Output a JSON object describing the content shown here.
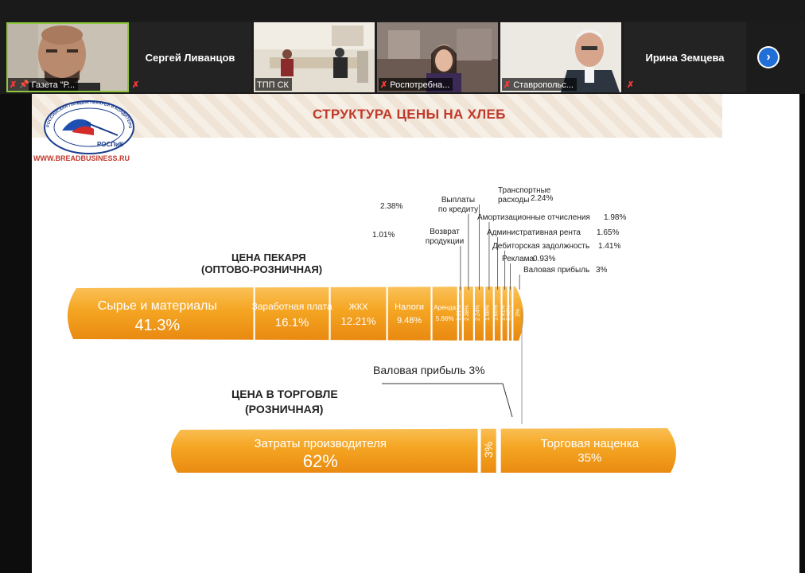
{
  "participants": [
    {
      "label": "Газета \"Р...",
      "mic_muted": true,
      "pinned": true,
      "active": true
    },
    {
      "name": "Сергей Ливанцов",
      "mic_muted": true
    },
    {
      "label": "ТПП СК",
      "mic_muted": false
    },
    {
      "label": "Роспотребна...",
      "mic_muted": true
    },
    {
      "label": "Ставропольс...",
      "mic_muted": true
    },
    {
      "name": "Ирина Земцева",
      "mic_muted": true
    }
  ],
  "slide": {
    "title": "СТРУКТУРА ЦЕНЫ НА ХЛЕБ",
    "logo_text": "РОСПиК",
    "logo_ring_text": "РОССИЙСКАЯ ГИЛЬДИЯ ПЕКАРЕЙ И КОНДИТЕРОВ",
    "url": "WWW.BREADBUSINESS.RU",
    "colors": {
      "bread": "#f5a623",
      "bread_dark": "#e88a10",
      "title": "#c0392b"
    }
  },
  "chart_data": {
    "type": "bar",
    "baker_price": {
      "title_line1": "ЦЕНА ПЕКАРЯ",
      "title_line2": "(ОПТОВО-РОЗНИЧНАЯ)",
      "segments": [
        {
          "name": "Сырье и материалы",
          "value": 41.3,
          "label": "41.3%"
        },
        {
          "name": "Заработная плата",
          "value": 16.1,
          "label": "16.1%"
        },
        {
          "name": "ЖКХ",
          "value": 12.21,
          "label": "12.21%"
        },
        {
          "name": "Налоги",
          "value": 9.48,
          "label": "9.48%"
        },
        {
          "name": "Аренда",
          "value": 5.66,
          "label": "5.66%"
        },
        {
          "name": "Возврат продукции",
          "value": 1.01,
          "label": "1.01%"
        },
        {
          "name": "Выплаты по кредиту",
          "value": 2.38,
          "label": "2.38%"
        },
        {
          "name": "Транспортные расходы",
          "value": 2.24,
          "label": "2.24%"
        },
        {
          "name": "Амортизационные отчисления",
          "value": 1.98,
          "label": "1.98%"
        },
        {
          "name": "Административная рента",
          "value": 1.65,
          "label": "1.65%"
        },
        {
          "name": "Дебиторская задолжность",
          "value": 1.41,
          "label": "1.41%"
        },
        {
          "name": "Реклама",
          "value": 0.93,
          "label": "0.93%"
        },
        {
          "name": "Валовая прибыль",
          "value": 3,
          "label": "3%"
        }
      ],
      "callouts": [
        {
          "lines": [
            "Выплаты",
            "по кредиту"
          ],
          "pct": "2.38%"
        },
        {
          "lines": [
            "Возврат",
            "продукции"
          ],
          "pct": "1.01%"
        },
        {
          "lines": [
            "Транспортные",
            "расходы"
          ],
          "pct": "2.24%"
        },
        {
          "lines": [
            "Амортизационные отчисления"
          ],
          "pct": "1.98%"
        },
        {
          "lines": [
            "Административная рента"
          ],
          "pct": "1.65%"
        },
        {
          "lines": [
            "Дебиторская задолжность"
          ],
          "pct": "1.41%"
        },
        {
          "lines": [
            "Реклама"
          ],
          "pct": "0.93%"
        },
        {
          "lines": [
            "Валовая прибыль"
          ],
          "pct": "3%"
        }
      ],
      "slice_labels": [
        "1.01%",
        "2.38%",
        "2.24%",
        "1.98%",
        "1.65%",
        "1.41%",
        "0.93%",
        "3%"
      ]
    },
    "retail_price": {
      "title_line1": "ЦЕНА В ТОРГОВЛЕ",
      "title_line2": "(РОЗНИЧНАЯ)",
      "segments": [
        {
          "name": "Затраты производителя",
          "value": 62,
          "label": "62%"
        },
        {
          "name": "",
          "value": 3,
          "label": "3%"
        },
        {
          "name": "Торговая наценка",
          "value": 35,
          "label": "35%"
        }
      ],
      "callout": {
        "name": "Валовая прибыль",
        "pct": "3%"
      }
    }
  }
}
